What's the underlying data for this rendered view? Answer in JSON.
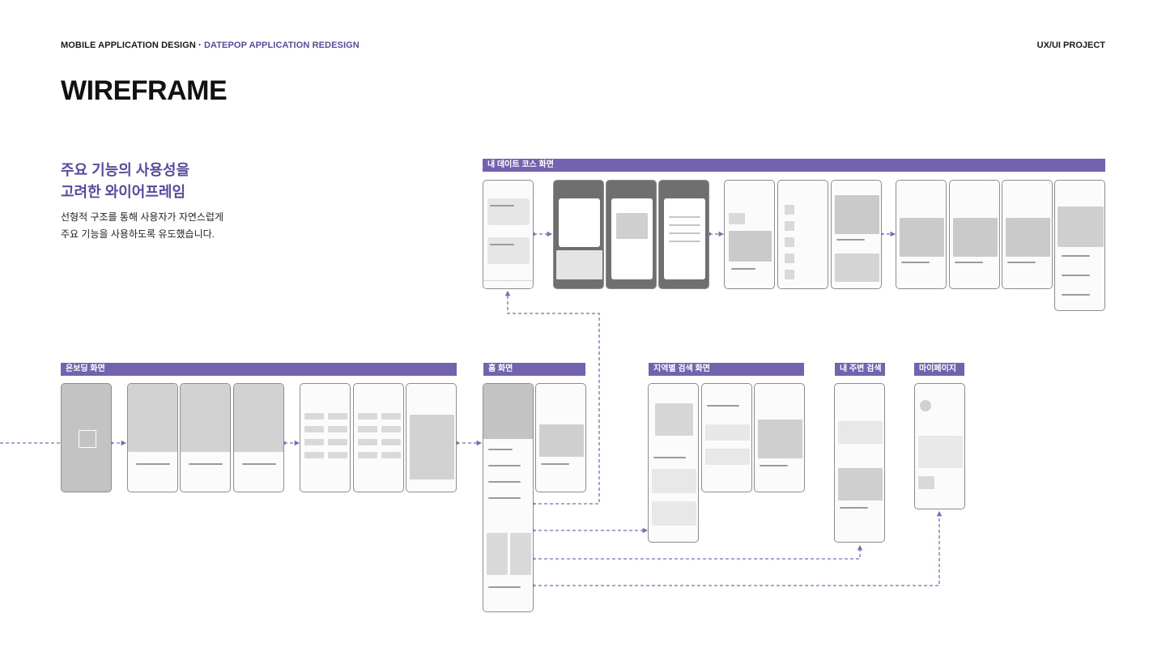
{
  "header": {
    "left_prefix": "MOBILE APPLICATION DESIGN · ",
    "left_accent": "DATEPOP APPLICATION REDESIGN",
    "right": "UX/UI PROJECT"
  },
  "title": "WIREFRAME",
  "subhead": {
    "line1": "주요 기능의 사용성을",
    "line2": "고려한 와이어프레임"
  },
  "description": {
    "line1": "선형적 구조를 통해 사용자가 자연스럽게",
    "line2": "주요 기능을 사용하도록 유도했습니다."
  },
  "sections": {
    "date_course": "내 데이트 코스 화면",
    "onboarding": "온보딩 화면",
    "home": "홈 화면",
    "region_search": "지역별 검색 화면",
    "nearby_search": "내 주변 검색",
    "mypage": "마이페이지"
  },
  "colors": {
    "accent": "#5b4a9b",
    "section_bar": "#7363ae",
    "flow_line": "#7a6cb5"
  }
}
